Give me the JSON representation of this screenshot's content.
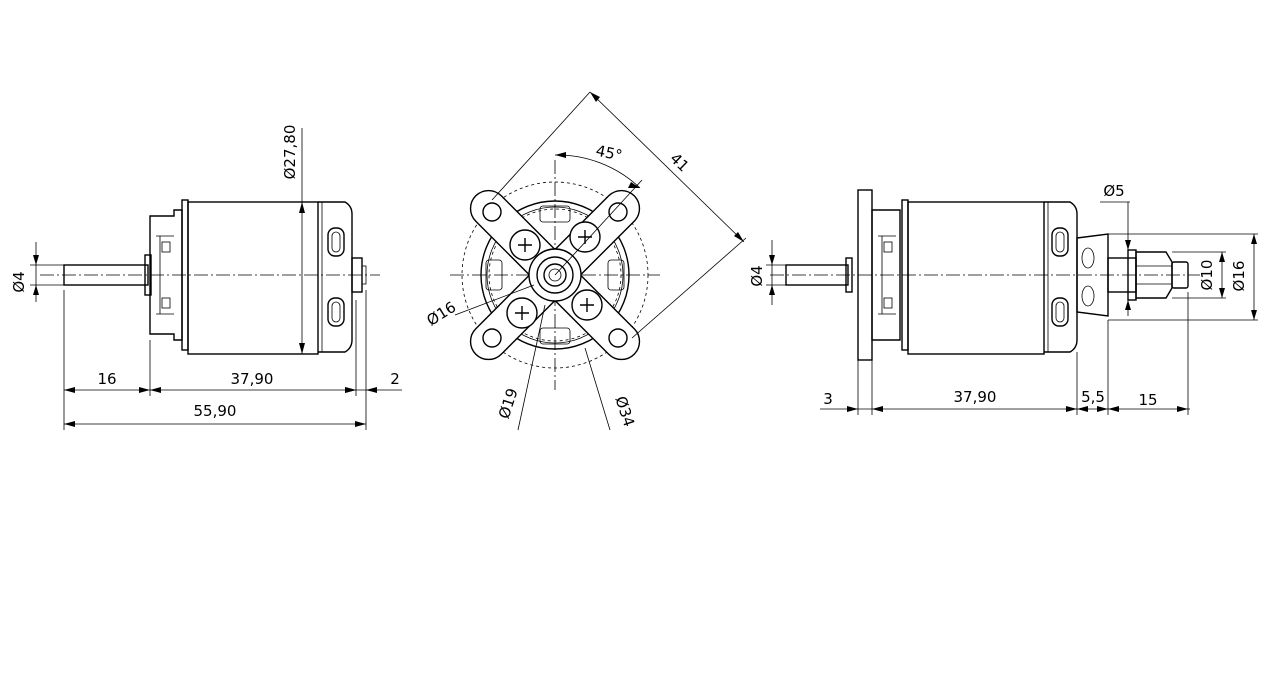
{
  "side_view": {
    "shaft_dia": "Ø4",
    "body_dia": "Ø27,80",
    "shaft_len": "16",
    "body_len": "37,90",
    "end_len": "2",
    "total_len": "55,90"
  },
  "front_view": {
    "angle": "45°",
    "mount_span": "41",
    "hub_dia": "Ø16",
    "inner_dia": "Ø19",
    "bolt_dia": "Ø34"
  },
  "mount_view": {
    "shaft_dia": "Ø4",
    "adapter_dia": "Ø5",
    "nut_dia": "Ø10",
    "collar_dia": "Ø16",
    "plate_len": "3",
    "body_len": "37,90",
    "collar_len": "5,5",
    "adapter_len": "15"
  }
}
